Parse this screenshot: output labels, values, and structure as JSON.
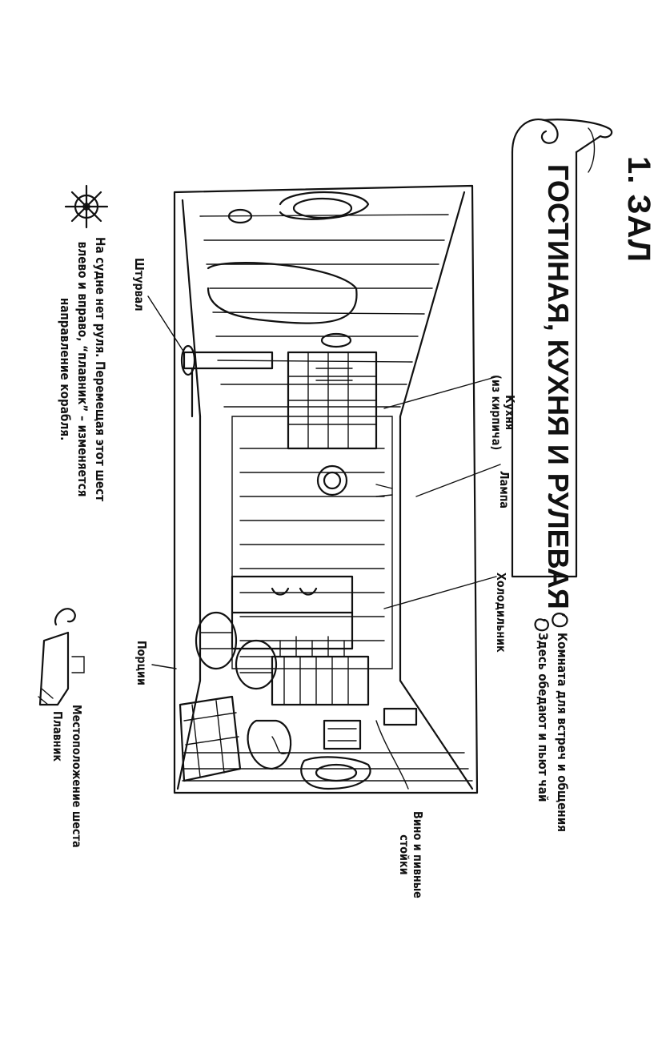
{
  "chapter": {
    "number": "1.",
    "name": "ЗАЛ"
  },
  "banner_title": "ГОСТИНАЯ, КУХНЯ И РУЛЕВАЯ",
  "bullets": [
    {
      "icon": "spiral-bullet-icon",
      "text": "Комната для встреч и общения"
    },
    {
      "icon": "spiral-bullet-icon",
      "text": "Здесь обедают и пьют чай"
    }
  ],
  "callouts": {
    "kitchen": [
      "Кухня",
      "(из кирпича)"
    ],
    "lamp": "Лампа",
    "fridge": "Холодильник",
    "wine": [
      "Вино и пивные",
      "стойки"
    ],
    "helm": "Штурвал",
    "portions": "Порции"
  },
  "note": {
    "icon": "ship-wheel-icon",
    "lines": [
      "На судне нет руля. Перемещая этот шест",
      "влево и вправо, “плавник” – изменяется",
      "направление корабля."
    ]
  },
  "pole_diagram": {
    "pole_label": "Местоположение шеста",
    "fin_label": "Плавник"
  }
}
